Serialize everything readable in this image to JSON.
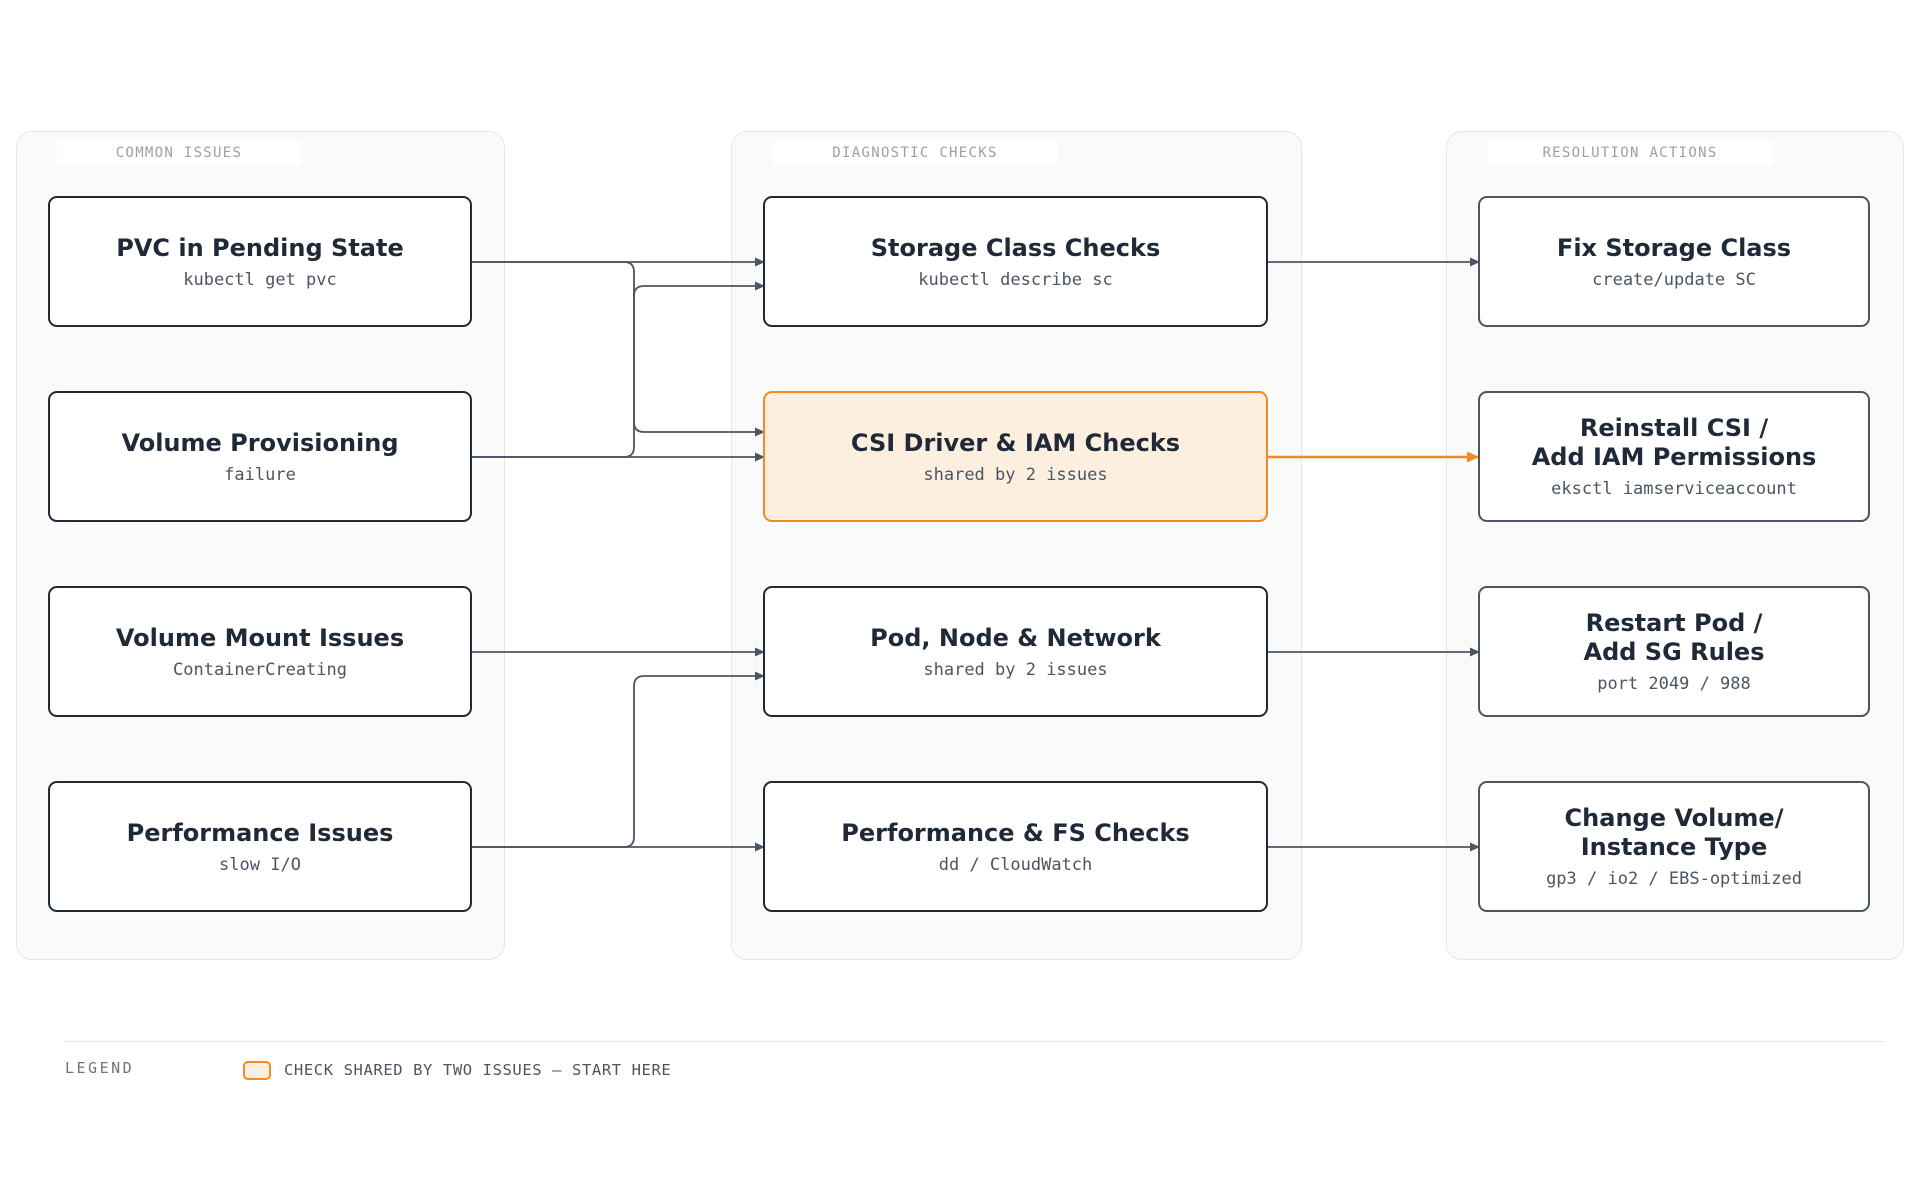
{
  "columns": {
    "issues": "COMMON ISSUES",
    "checks": "DIAGNOSTIC CHECKS",
    "actions": "RESOLUTION ACTIONS"
  },
  "issues": [
    {
      "title": "PVC in Pending State",
      "sub": "kubectl get pvc"
    },
    {
      "title": "Volume Provisioning",
      "sub": "failure"
    },
    {
      "title": "Volume Mount Issues",
      "sub": "ContainerCreating"
    },
    {
      "title": "Performance Issues",
      "sub": "slow I/O"
    }
  ],
  "checks": [
    {
      "title": "Storage Class Checks",
      "sub": "kubectl describe sc"
    },
    {
      "title": "CSI Driver & IAM Checks",
      "sub": "shared by 2 issues"
    },
    {
      "title": "Pod, Node & Network",
      "sub": "shared by 2 issues"
    },
    {
      "title": "Performance & FS Checks",
      "sub": "dd / CloudWatch"
    }
  ],
  "actions": [
    {
      "title": "Fix Storage Class",
      "sub": "create/update SC"
    },
    {
      "title": "Reinstall CSI /\nAdd IAM Permissions",
      "sub": "eksctl iamserviceaccount"
    },
    {
      "title": "Restart Pod /\nAdd SG Rules",
      "sub": "port 2049 / 988"
    },
    {
      "title": "Change Volume/\nInstance Type",
      "sub": "gp3 / io2 / EBS-optimized"
    }
  ],
  "legend": {
    "label": "LEGEND",
    "text": "CHECK SHARED BY TWO ISSUES — START HERE"
  },
  "colors": {
    "line": "#4b5563",
    "highlight": "#f08a24",
    "highlight_fill": "#fcefdf"
  }
}
